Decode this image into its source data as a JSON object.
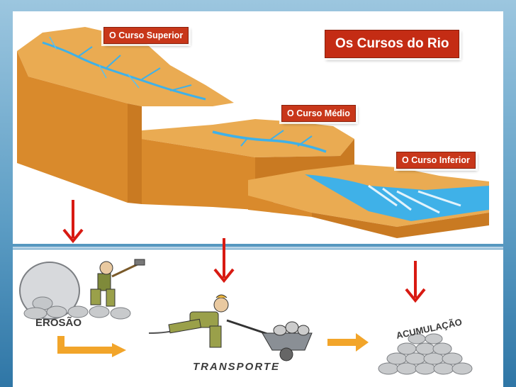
{
  "slide": {
    "title": "Os Cursos do Rio",
    "courses": {
      "upper": "O Curso Superior",
      "middle": "O Curso Médio",
      "lower": "O Curso Inferior"
    },
    "stages": {
      "erosion": "EROSÃO",
      "transport": "TRANSPORTE",
      "accumulation": "ACUMULAÇÃO"
    }
  },
  "colors": {
    "land_top": "#e6a64a",
    "land_front": "#d9892b",
    "water": "#3fb1e8",
    "arrow_red": "#d81a12",
    "arrow_yellow": "#f2a52a",
    "label_bg": "#c8371a"
  }
}
